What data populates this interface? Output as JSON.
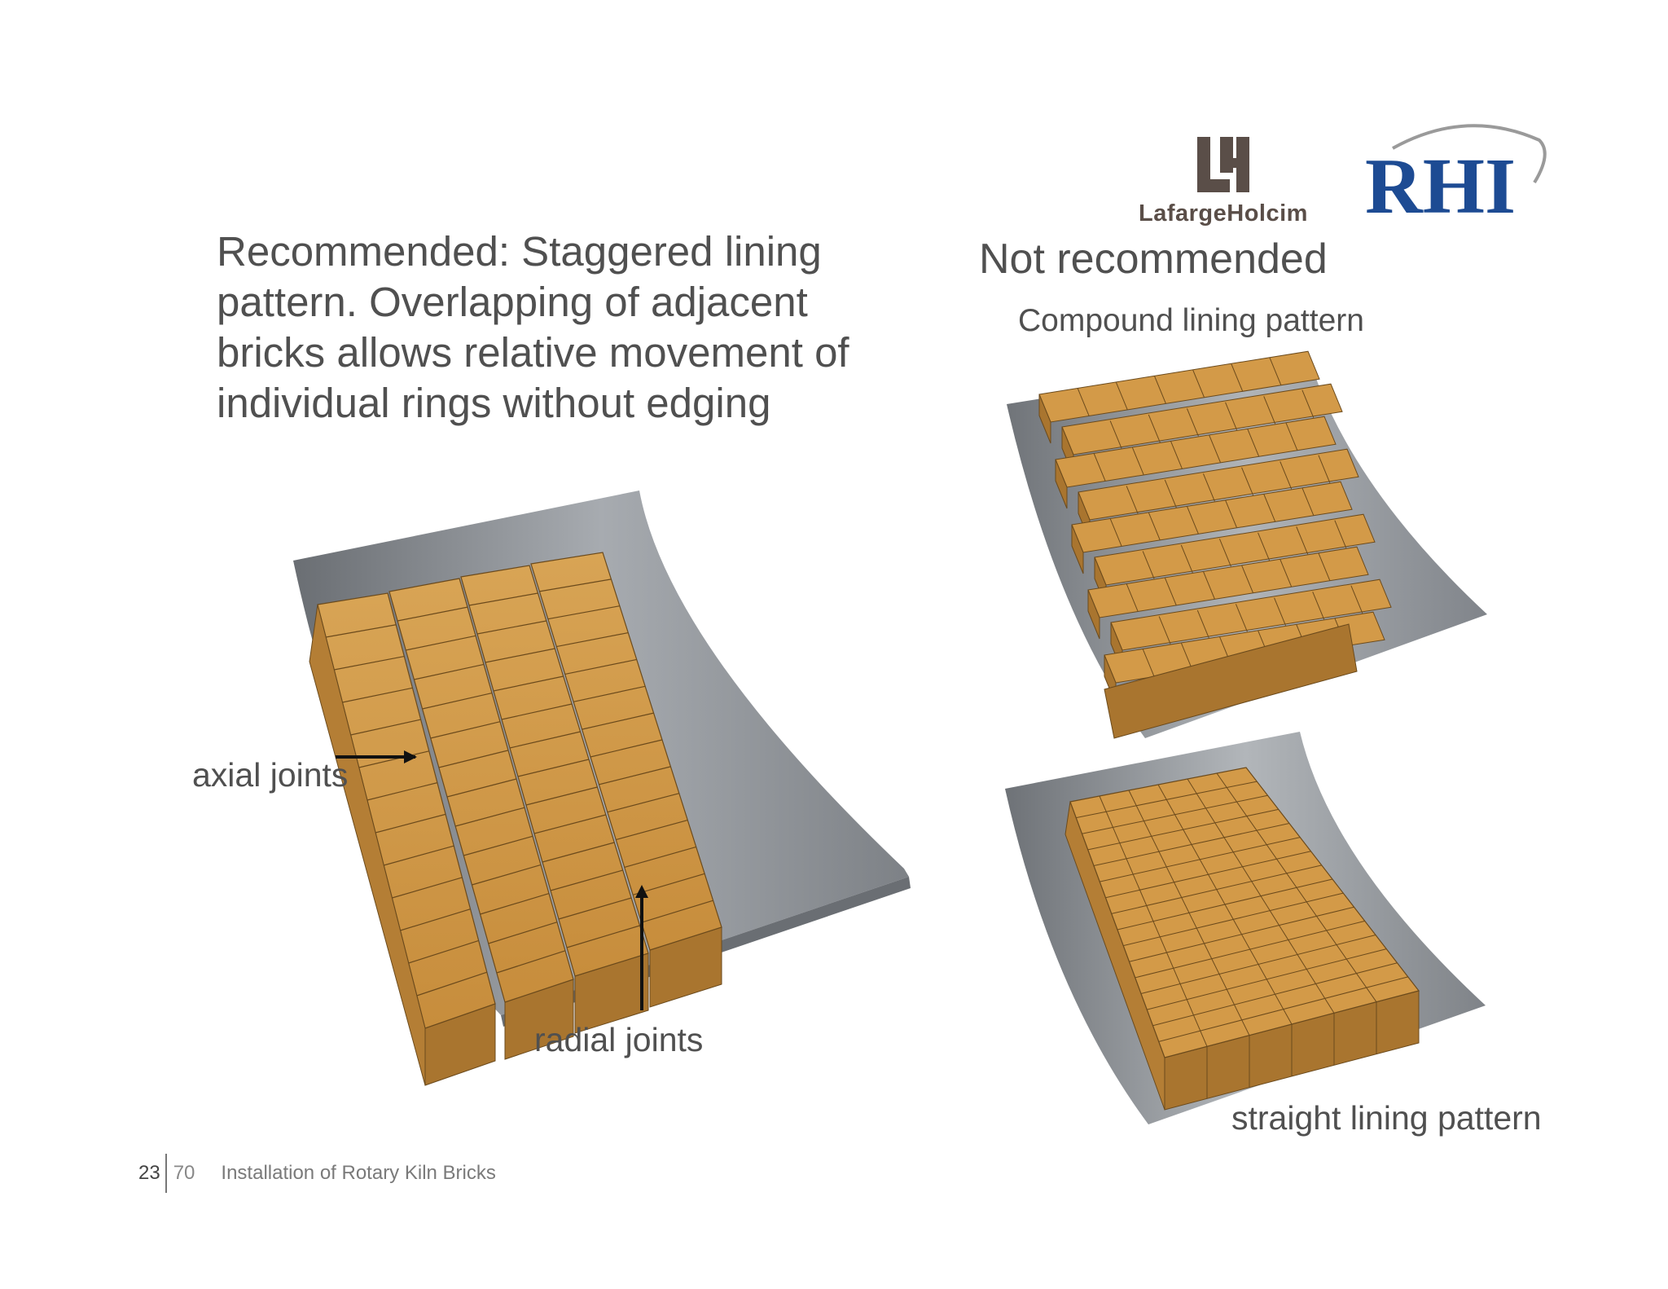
{
  "logos": {
    "lafargeholcim": {
      "name": "LafargeHolcim",
      "color": "#5a4e48"
    },
    "rhi": {
      "name": "RHI",
      "color": "#1d4b93"
    }
  },
  "left": {
    "heading_lines": [
      "Recommended: Staggered lining",
      "pattern. Overlapping of adjacent",
      "bricks allows relative movement of",
      "individual rings without edging"
    ],
    "label_axial": "axial joints",
    "label_radial": "radial joints"
  },
  "right": {
    "heading": "Not recommended",
    "sub_compound": "Compound lining pattern",
    "label_straight": "straight lining pattern"
  },
  "footer": {
    "page": "23",
    "total": "70",
    "title": "Installation of Rotary Kiln Bricks"
  },
  "colors": {
    "brick": "#d39a48",
    "brick_side": "#a9752f",
    "brick_joint": "#6b4a1c",
    "shell": "#8d9196",
    "shell_dark": "#5f6368"
  }
}
